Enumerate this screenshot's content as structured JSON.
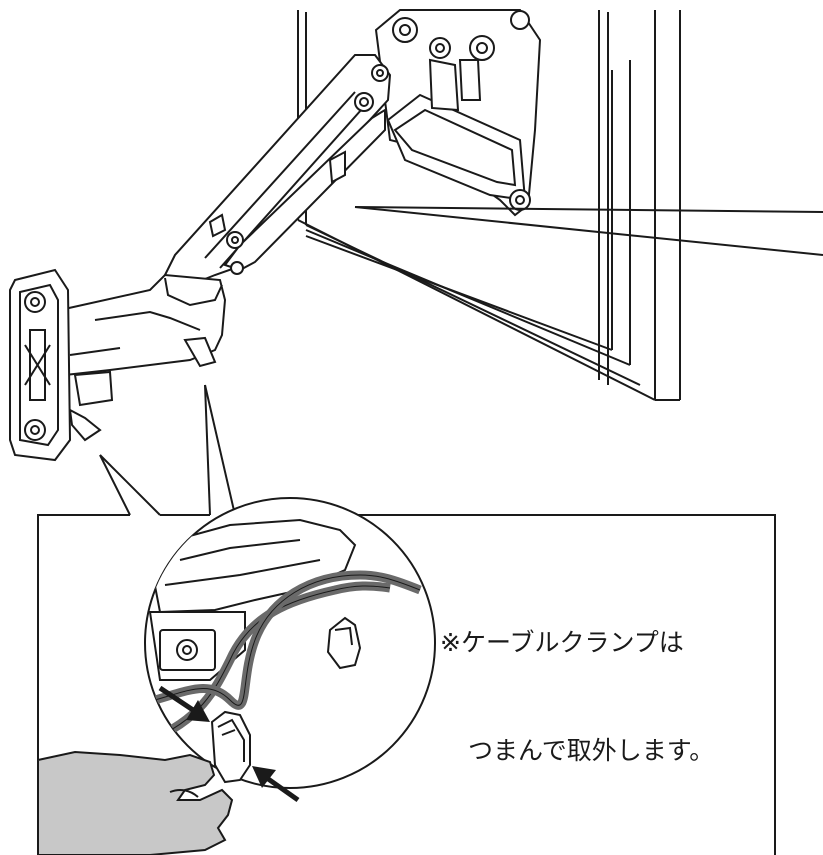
{
  "note": {
    "line1": "※ケーブルクランプは",
    "line2": "つまんで取外します。"
  },
  "colors": {
    "line": "#1a1a1a",
    "cable": "#6a6a6a",
    "hand_fill": "#c8c8c8",
    "background": "#ffffff"
  },
  "icons": {
    "arrow_left": "pinch-arrow",
    "arrow_right": "pinch-arrow"
  }
}
